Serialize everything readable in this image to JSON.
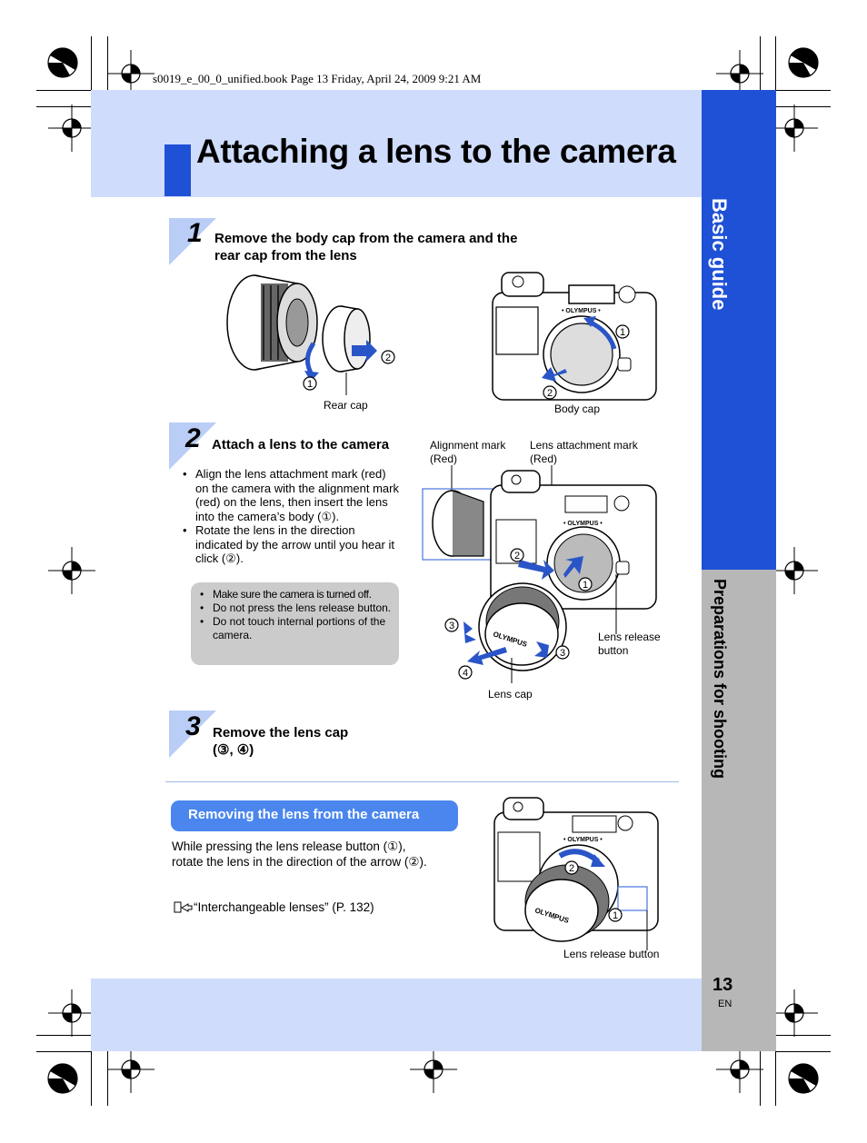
{
  "meta": {
    "book_line": "s0019_e_00_0_unified.book  Page 13  Friday, April 24, 2009  9:21 AM"
  },
  "header": {
    "title": "Attaching a lens to the camera"
  },
  "side_tabs": {
    "section": "Basic guide",
    "subsection": "Preparations for shooting"
  },
  "page": {
    "number": "13",
    "lang": "EN"
  },
  "step1": {
    "number": "1",
    "heading_line1": "Remove the body cap from the camera and the",
    "heading_line2": "rear cap from the lens",
    "caption_rear_cap": "Rear cap",
    "caption_body_cap": "Body cap"
  },
  "step2": {
    "number": "2",
    "heading": "Attach a lens to the camera",
    "bullets": [
      "Align the lens attachment mark (red) on the camera with the alignment mark (red) on the lens, then insert the lens into the camera’s body (①).",
      "Rotate the lens in the direction indicated by the arrow until you hear it click (②)."
    ],
    "notes": [
      "Make sure the camera is turned off.",
      "Do not press the lens release button.",
      "Do not touch internal portions of the camera."
    ],
    "caption_alignment": "Alignment mark\n(Red)",
    "caption_attachment": "Lens attachment mark\n(Red)",
    "caption_release": "Lens release\nbutton",
    "caption_lens_cap": "Lens cap"
  },
  "step3": {
    "number": "3",
    "heading_line1": "Remove the lens cap",
    "heading_line2": "(③, ④)"
  },
  "removing": {
    "title": "Removing the lens from the camera",
    "text": "While pressing the lens release button (①), rotate the lens in the direction of the arrow (②).",
    "ref_icon": "reference-icon",
    "ref_text": "“Interchangeable lenses” (P. 132)",
    "caption_release": "Lens release button"
  },
  "callouts": {
    "c1": "1",
    "c2": "2",
    "c3": "3",
    "c4": "4"
  },
  "colors": {
    "accent_blue": "#1f51d6",
    "band_light_blue": "#cfdcfb",
    "pill_blue": "#4a86ee",
    "side_gray": "#b7b7b7",
    "note_gray": "#cbcbcb",
    "arrow_blue": "#2a55c8"
  }
}
